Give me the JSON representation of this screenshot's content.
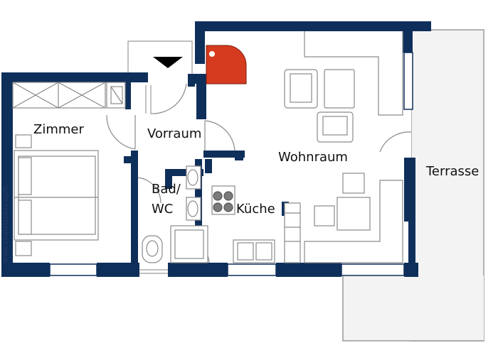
{
  "rooms": {
    "zimmer": "Zimmer",
    "vorraum": "Vorraum",
    "wohnraum": "Wohnraum",
    "terrasse": "Terrasse",
    "bad_line1": "Bad/",
    "bad_line2": "WC",
    "kueche": "Küche"
  },
  "watermark": "www.chaletsplus.com",
  "colors": {
    "wall": "#0f2f5b",
    "furniture_line": "#9a9a9a",
    "terrace_fill": "#f3f3f3",
    "stove_red": "#d63b20",
    "entrance_arrow": "#000000"
  }
}
